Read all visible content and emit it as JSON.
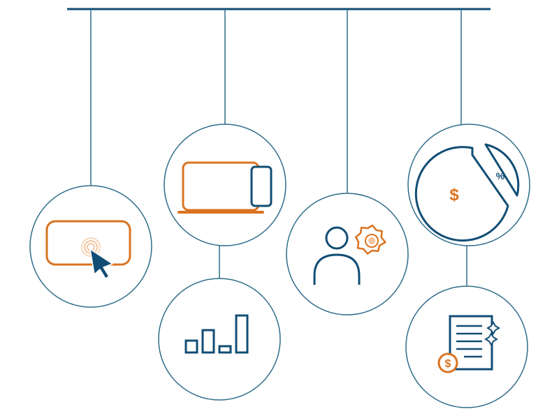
{
  "colors": {
    "navy": "#114d74",
    "thin_line": "#2e6c8a",
    "orange": "#d97320",
    "background": "#ffffff"
  },
  "nodes": [
    {
      "id": "click",
      "icon": "cursor-click-icon"
    },
    {
      "id": "laptop",
      "icon": "laptop-phone-icon"
    },
    {
      "id": "bars",
      "icon": "bar-chart-icon"
    },
    {
      "id": "user",
      "icon": "user-gear-icon"
    },
    {
      "id": "pie",
      "icon": "pie-chart-icon",
      "dollar_label": "$",
      "percent_label": "%"
    },
    {
      "id": "invoice",
      "icon": "invoice-icon",
      "coin_label": "$"
    }
  ]
}
